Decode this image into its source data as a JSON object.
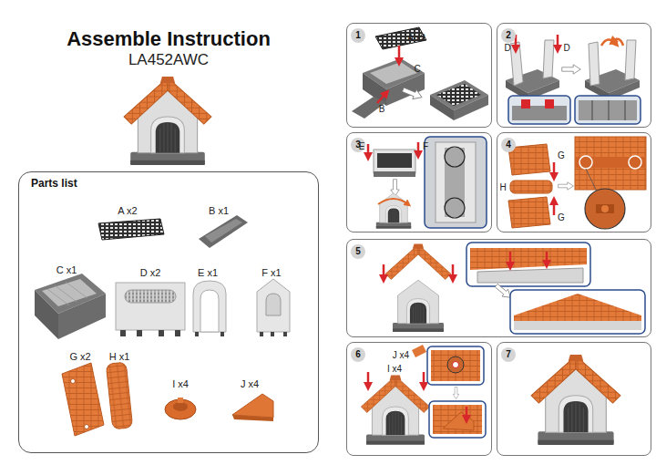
{
  "diagram": {
    "title": "Assemble Instruction",
    "nodes": [
      {
        "text": [
          "Parts list"
        ]
      },
      {
        "text": [
          "1"
        ]
      },
      {
        "text": [
          "2"
        ]
      },
      {
        "text": [
          "3"
        ]
      },
      {
        "text": [
          "4"
        ]
      },
      {
        "text": [
          "5"
        ]
      },
      {
        "text": [
          "6"
        ]
      },
      {
        "text": [
          "7"
        ]
      }
    ],
    "labels": [
      "LA452AWC",
      "A x2",
      "B x1",
      "C x1",
      "D x2",
      "E x1",
      "F x1",
      "G x2",
      "H x1",
      "I x4",
      "J x4",
      "A x2",
      "C",
      "B",
      "D",
      "D",
      "E",
      "F",
      "G",
      "H",
      "G",
      "J x4",
      "I x4"
    ]
  }
}
